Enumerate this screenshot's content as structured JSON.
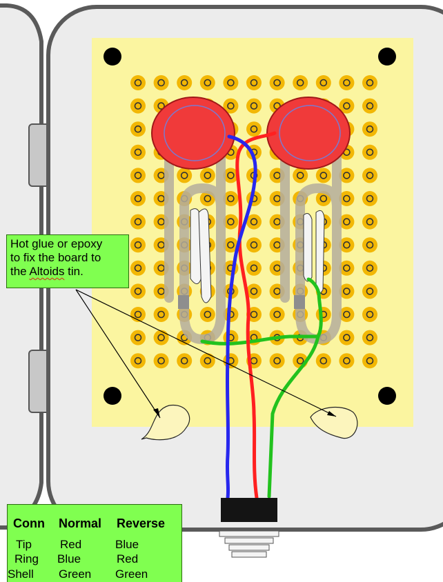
{
  "callout": {
    "line1": "Hot glue or epoxy",
    "line2": "to fix the board to",
    "line3_prefix": "the ",
    "line3_word": "Altoids",
    "line3_suffix": " tin."
  },
  "legend": {
    "headers": [
      "Conn",
      "Normal",
      "Reverse"
    ],
    "rows": [
      [
        "Tip",
        "Red",
        "Blue"
      ],
      [
        "Ring",
        "Blue",
        "Red"
      ],
      [
        "Shell",
        "Green",
        "Green"
      ]
    ]
  },
  "colors": {
    "board": "#fbf5a0",
    "pad": "#f2b705",
    "button": "#f03a3a",
    "wire_red": "#ff2020",
    "wire_blue": "#2727ee",
    "wire_green": "#22c21e",
    "callout_bg": "#80ff50",
    "tin": "#ececec"
  }
}
